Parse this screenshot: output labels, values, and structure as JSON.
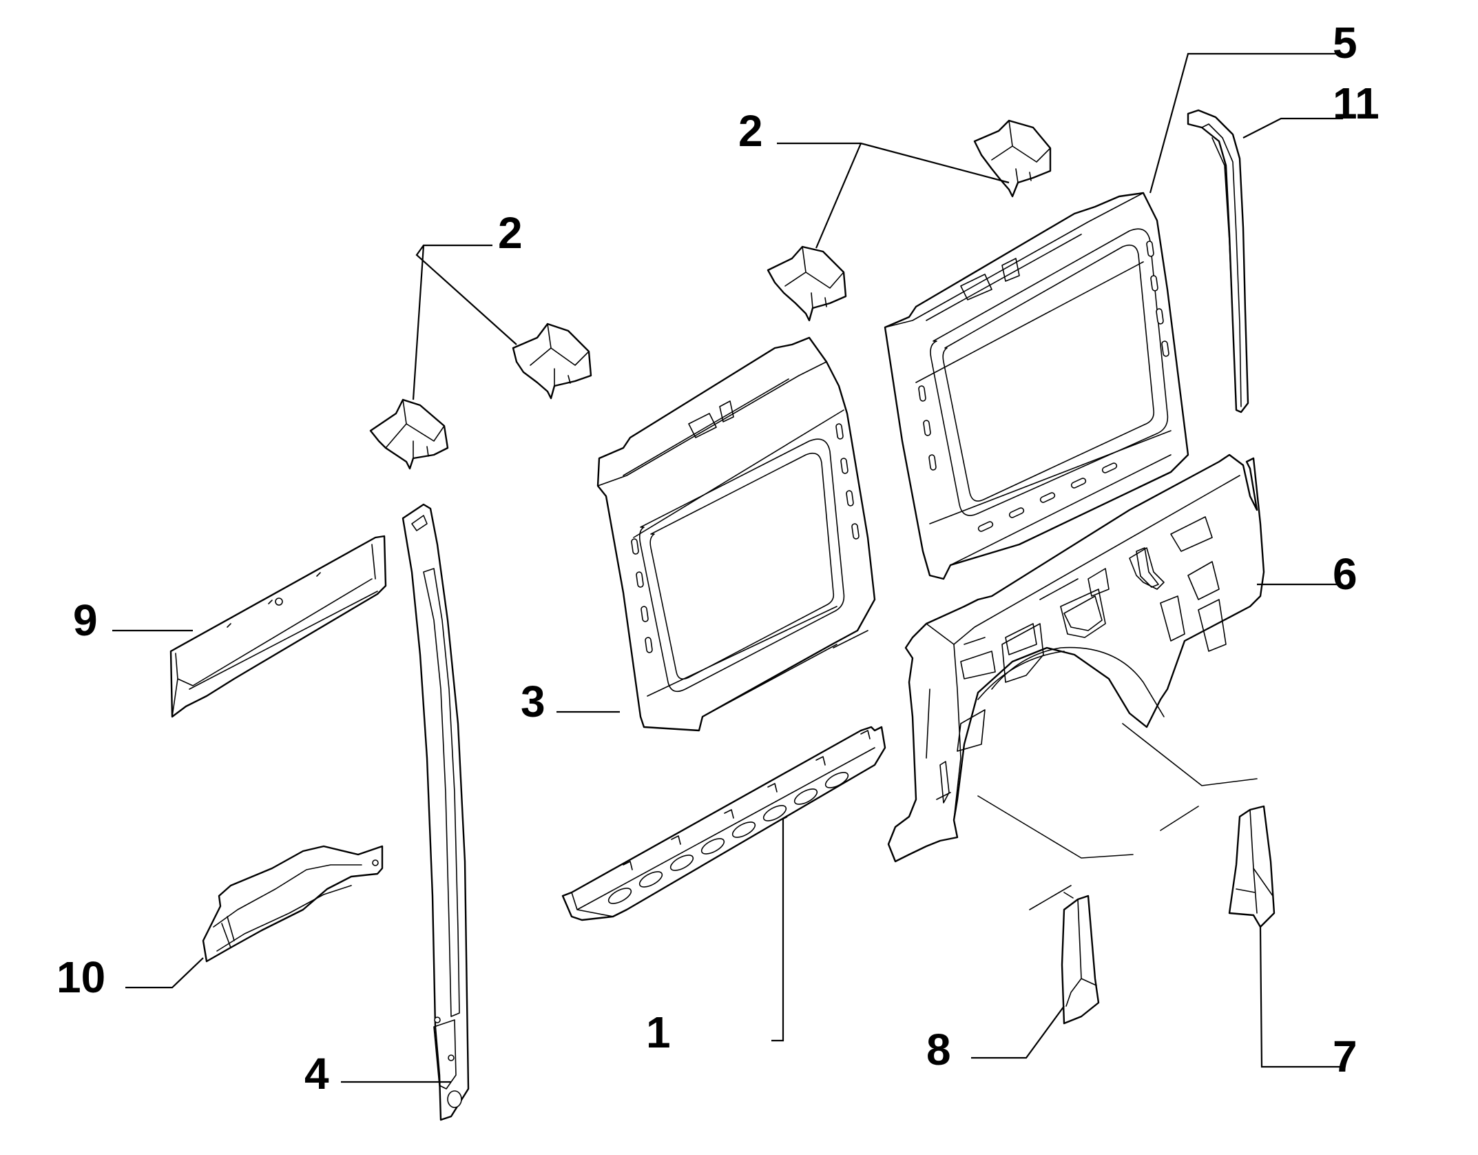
{
  "diagram": {
    "callouts": {
      "c1": "1",
      "c2a": "2",
      "c2b": "2",
      "c3": "3",
      "c4": "4",
      "c5": "5",
      "c6": "6",
      "c7": "7",
      "c8": "8",
      "c9": "9",
      "c10": "10",
      "c11": "11"
    },
    "colors": {
      "line": "#000000",
      "background": "#ffffff"
    }
  }
}
